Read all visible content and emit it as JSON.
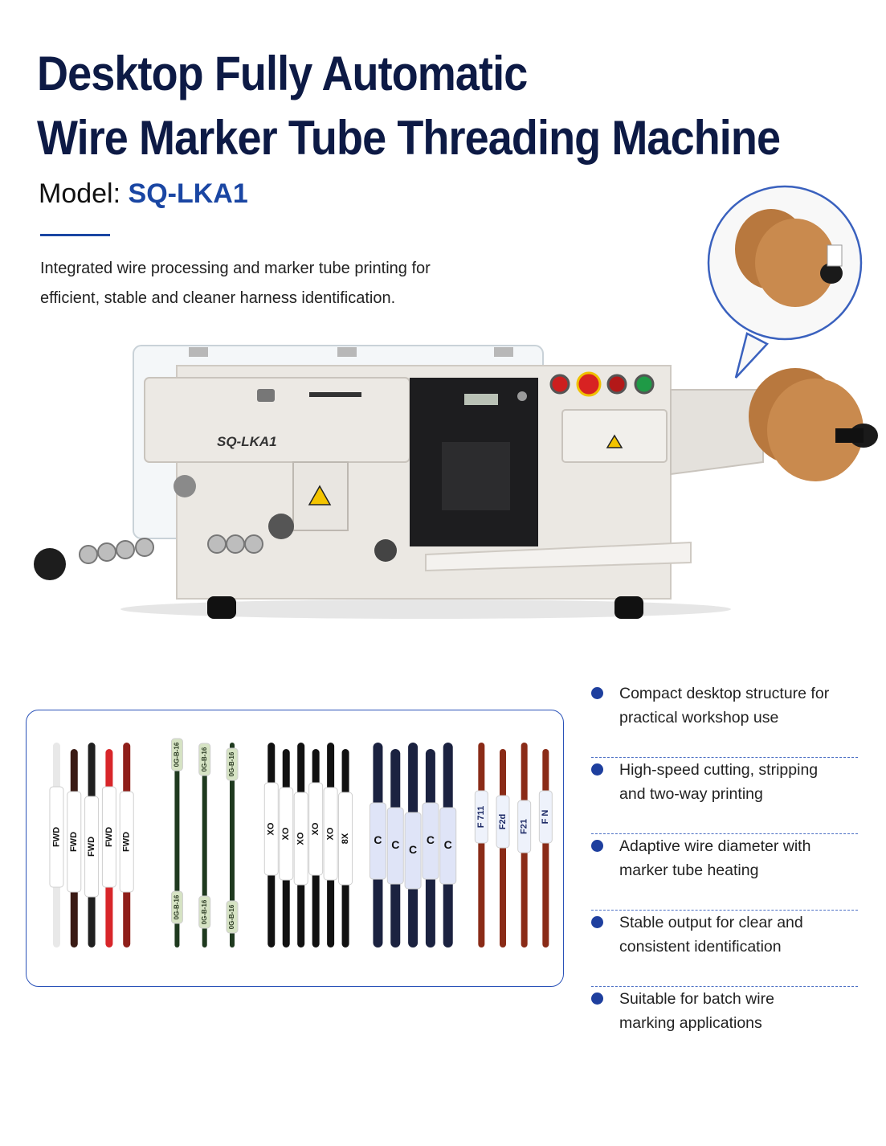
{
  "header": {
    "title_line1": "Desktop Fully Automatic",
    "title_line2": "Wire Marker Tube Threading Machine",
    "model_label": "Model:",
    "model_code": "SQ-LKA1",
    "description_line1": "Integrated wire processing and marker tube printing for",
    "description_line2": "efficient, stable and cleaner harness identification."
  },
  "machine": {
    "nameplate": "SQ-LKA1",
    "colors": {
      "body": "#ebe8e3",
      "panel": "#1d1d1f",
      "spool": "#c98a4e",
      "accent": "#1a46a3"
    }
  },
  "samples": {
    "groups": [
      {
        "labels": [
          "FWD",
          "FWD",
          "FWD",
          "FWD",
          "FWD"
        ]
      },
      {
        "labels": [
          "0G-B-16",
          "0G-B-16",
          "0G-B-16"
        ]
      },
      {
        "labels": [
          "XO",
          "XO",
          "XO",
          "XO",
          "XO",
          "8X"
        ]
      },
      {
        "labels": [
          "C",
          "C",
          "C",
          "C",
          "C"
        ]
      },
      {
        "labels": [
          "F 711",
          "F2d",
          "F21",
          "F N"
        ]
      }
    ]
  },
  "features": [
    {
      "line1": "Compact desktop structure for",
      "line2": "practical workshop use"
    },
    {
      "line1": "High-speed cutting, stripping",
      "line2": "and two-way printing"
    },
    {
      "line1": "Adaptive wire diameter with",
      "line2": "marker tube heating"
    },
    {
      "line1": "Stable output for clear and",
      "line2": "consistent identification"
    },
    {
      "line1": "Suitable for batch wire",
      "line2": "marking applications"
    }
  ]
}
